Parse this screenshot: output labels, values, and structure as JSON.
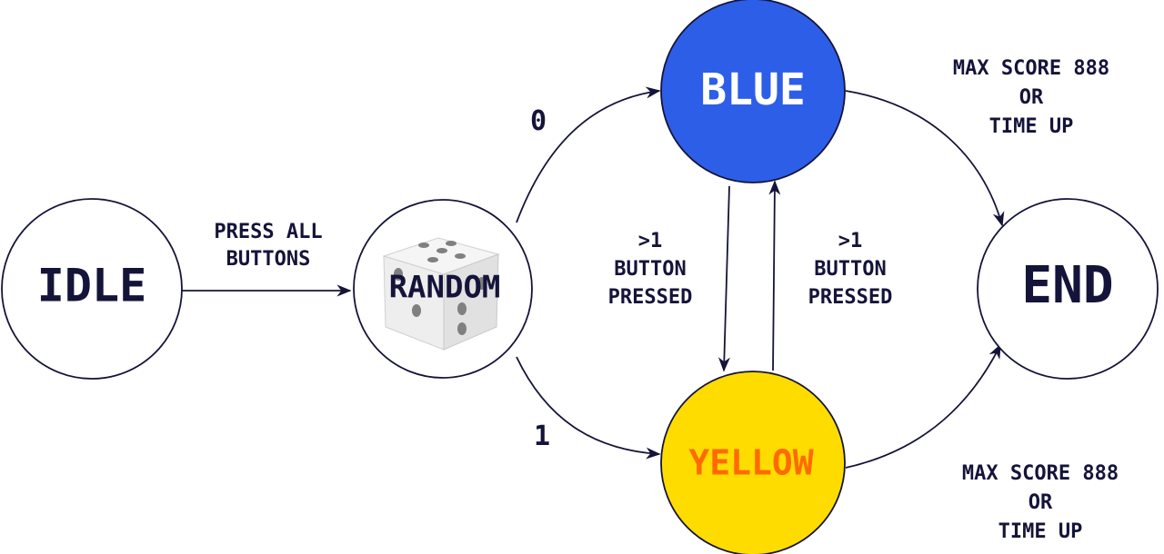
{
  "nodes": {
    "idle": {
      "label": "IDLE",
      "fill": "#ffffff",
      "text_color": "#14143a"
    },
    "random": {
      "label": "RANDOM",
      "fill": "#ffffff",
      "text_color": "#14143a"
    },
    "blue": {
      "label": "BLUE",
      "fill": "#2d5ee8",
      "text_color": "#ffffff"
    },
    "yellow": {
      "label": "YELLOW",
      "fill": "#ffdc00",
      "text_color": "#ff6a00"
    },
    "end": {
      "label": "END",
      "fill": "#ffffff",
      "text_color": "#14143a"
    }
  },
  "edges": {
    "idle_to_random": {
      "lines": [
        "PRESS ALL",
        "BUTTONS"
      ]
    },
    "random_to_blue": {
      "lines": [
        "0"
      ]
    },
    "random_to_yellow": {
      "lines": [
        "1"
      ]
    },
    "blue_to_yellow": {
      "lines": [
        ">1",
        "BUTTON",
        "PRESSED"
      ]
    },
    "yellow_to_blue": {
      "lines": [
        ">1",
        "BUTTON",
        "PRESSED"
      ]
    },
    "blue_to_end": {
      "lines": [
        "MAX SCORE 888",
        "OR",
        "TIME UP"
      ]
    },
    "yellow_to_end": {
      "lines": [
        "MAX SCORE 888",
        "OR",
        "TIME UP"
      ]
    }
  },
  "colors": {
    "stroke": "#14143a",
    "die_body": "#e8e8e8",
    "die_pips": "#5a5a5a"
  }
}
